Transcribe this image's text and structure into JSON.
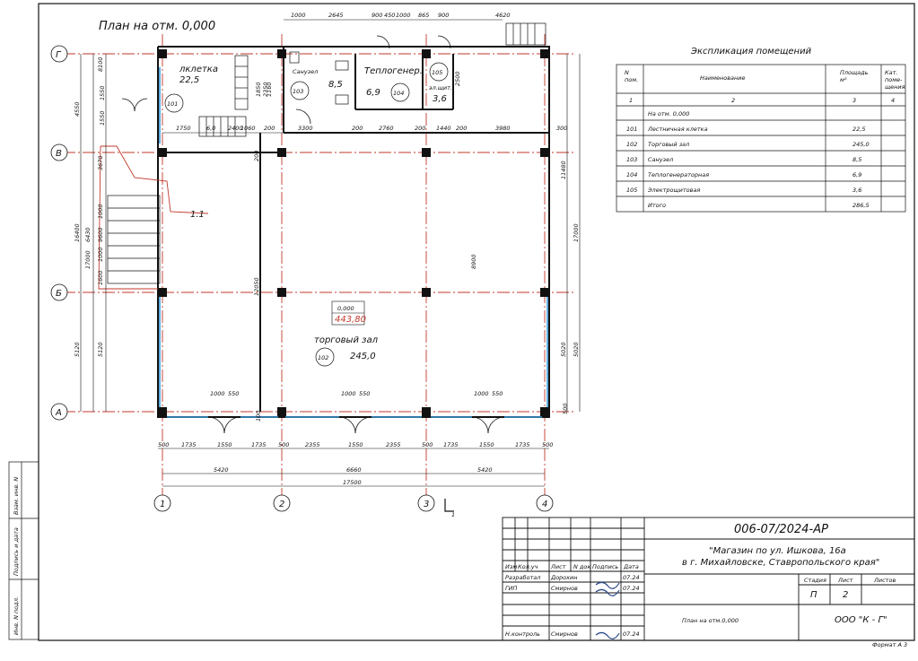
{
  "drawing": {
    "title": "План на отм. 0,000",
    "axes_letters": [
      "Г",
      "В",
      "Б",
      "А"
    ],
    "axes_numbers": [
      "1",
      "2",
      "3",
      "4"
    ],
    "rooms": [
      {
        "name": "лклетка",
        "area": "22,5",
        "num": "101"
      },
      {
        "name": "Санузел",
        "area": "8,5",
        "num": "103"
      },
      {
        "name": "Теплогенер.",
        "area": "6,9",
        "num": "104"
      },
      {
        "name": "эл.щит.",
        "area": "3,6",
        "num": "105"
      },
      {
        "name": "торговый зал",
        "area": "245,0",
        "num": "102"
      }
    ],
    "level_mark": "0,000",
    "level_abs": "443,80",
    "section_mark": "1.1",
    "arrow_mark": "1",
    "top_dims": [
      "1000",
      "2645",
      "900",
      "450",
      "1000",
      "865",
      "900",
      "4620"
    ],
    "row_v_dims": [
      "1750",
      "6,0",
      "2400",
      "1060",
      "200",
      "3300",
      "200",
      "2760",
      "200",
      "1440",
      "200",
      "3980",
      "300"
    ],
    "left_dims": [
      "4550",
      "8100",
      "1550",
      "1550",
      "16400",
      "6430",
      "3670",
      "1000",
      "9600",
      "1000",
      "1600",
      "5120",
      "5120",
      "17000"
    ],
    "right_dims": [
      "11480",
      "17000",
      "5020",
      "5020",
      "500"
    ],
    "mid_dims": [
      "200",
      "12050",
      "8900",
      "2500",
      "1850",
      "2350",
      "1160",
      "100"
    ],
    "door_dims": [
      "1000",
      "550",
      "1000",
      "550",
      "1000",
      "550"
    ],
    "bottom_row1": [
      "500",
      "1735",
      "1550",
      "1735",
      "500",
      "2355",
      "1550",
      "2355",
      "500",
      "1735",
      "1550",
      "1735",
      "500"
    ],
    "bottom_row2": [
      "5420",
      "6660",
      "5420"
    ],
    "bottom_total": "17500"
  },
  "explication": {
    "title": "Экспликация помещений",
    "headers": [
      "N пом.",
      "Наименование",
      "Площадь м²",
      "Кат. поме- щения"
    ],
    "header_nums": [
      "1",
      "2",
      "3",
      "4"
    ],
    "section_row": "На отм. 0,000",
    "rows": [
      {
        "num": "101",
        "name": "Лестничная клетка",
        "area": "22,5"
      },
      {
        "num": "102",
        "name": "Торговый зал",
        "area": "245,0"
      },
      {
        "num": "103",
        "name": "Санузел",
        "area": "8,5"
      },
      {
        "num": "104",
        "name": "Теплогенераторная",
        "area": "6,9"
      },
      {
        "name": "Электрощитовая",
        "num": "105",
        "area": "3,6"
      },
      {
        "num": "",
        "name": "Итого",
        "area": "286,5"
      }
    ]
  },
  "stamp": {
    "code": "006-07/2024-АР",
    "object_line1": "\"Магазин по ул. Ишкова, 16а",
    "object_line2": "в г. Михайловске, Ставропольского края\"",
    "col_headers": [
      "Изм",
      "Кол.уч",
      "Лист",
      "N док",
      "Подпись",
      "Дата"
    ],
    "people": [
      {
        "role": "Разработал",
        "name": "Дорохин",
        "date": "07.24"
      },
      {
        "role": "ГИП",
        "name": "Смирнов",
        "date": "07.24"
      },
      {
        "role": "Н.контроль",
        "name": "Смирнов",
        "date": "07.24"
      }
    ],
    "stage_header": "Стадия",
    "sheet_header": "Лист",
    "sheets_header": "Листов",
    "stage": "П",
    "sheet": "2",
    "sheets": "",
    "sheet_title": "План на отм.0,000",
    "company": "ООО \"К - Г\"",
    "format": "Формат А 3"
  },
  "side_stamp": [
    "Взам. инв. N",
    "Подпись и дата",
    "Инв. N подл."
  ],
  "colors": {
    "line": "#111111",
    "axis": "#c0392b",
    "window": "#3a9ad9",
    "section": "#c0392b"
  }
}
